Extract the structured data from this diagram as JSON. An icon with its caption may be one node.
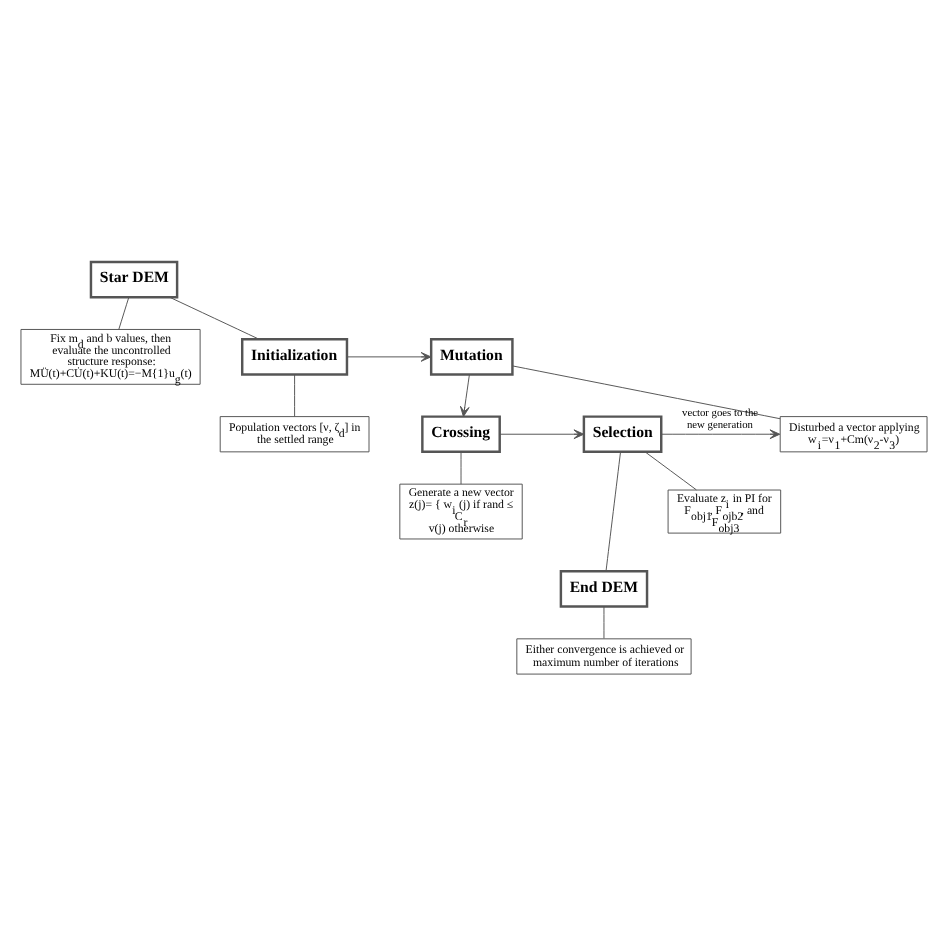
{
  "diagram": {
    "nodes": [
      {
        "text": [
          "Star DEM"
        ]
      },
      {
        "text": [
          "Fix m$_{d}$ and b values, then evaluate the uncontrolled structure response: MÜ(t)+CU̇(t)+KU(t)=−M{1}u$_{g}$(t)"
        ]
      },
      {
        "text": [
          "Initialization"
        ]
      },
      {
        "text": [
          "Population vectors [ν, ζ$_{d}$] in the settled range"
        ]
      },
      {
        "text": [
          "Mutation"
        ]
      },
      {
        "text": [
          "Disturbed a vector applying w$_{i}$=ν$_{1}$+Cm(ν$_{2}$-ν$_{3}$)"
        ]
      },
      {
        "text": [
          "Selection"
        ]
      },
      {
        "text": [
          "Evaluate z$_{i}$ in PI for F$_{obj1}$, F$_{ojb2}$, and F$_{obj3}$"
        ]
      },
      {
        "text": [
          "Crossing"
        ]
      },
      {
        "text": [
          "Generate a new vector",
          "z(j)= { w$_{i}$ (j) if rand ≤ C$_{r}$",
          "v(j) otherwise"
        ]
      },
      {
        "text": [
          "End DEM"
        ]
      },
      {
        "text": [
          "Either convergence is achieved or maximum number of iterations"
        ]
      }
    ],
    "edges": [
      {
        "from": 0,
        "to": 1,
        "arrow": "none"
      },
      {
        "from": 0,
        "to": 2,
        "arrow": "none"
      },
      {
        "from": 2,
        "to": 3,
        "arrow": "none"
      },
      {
        "from": 2,
        "to": 4,
        "arrow": "to"
      },
      {
        "from": 4,
        "to": 5,
        "arrow": "none"
      },
      {
        "from": 4,
        "to": 8,
        "arrow": "to"
      },
      {
        "from": 6,
        "to": 5,
        "arrow": "to",
        "label": "vector goes to the new generation"
      },
      {
        "from": 8,
        "to": 6,
        "arrow": "to"
      },
      {
        "from": 6,
        "to": 7,
        "arrow": "none"
      },
      {
        "from": 8,
        "to": 9,
        "arrow": "none"
      },
      {
        "from": 6,
        "to": 10,
        "arrow": "none"
      },
      {
        "from": 10,
        "to": 11,
        "arrow": "none"
      }
    ]
  }
}
